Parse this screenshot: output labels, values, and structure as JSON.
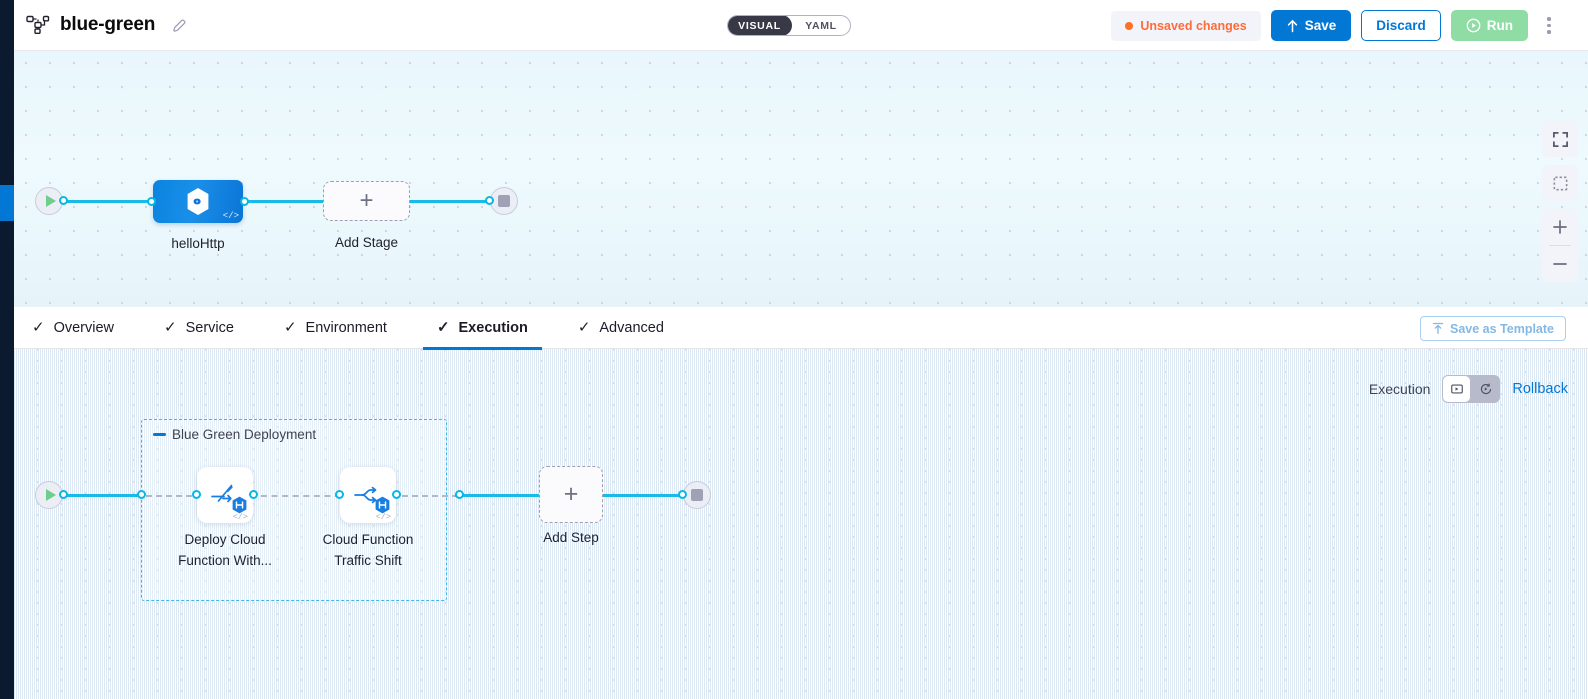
{
  "header": {
    "pipeline_icon": "pipeline-nodes-icon",
    "title": "blue-green",
    "edit_icon": "pencil-edit-icon",
    "mode_toggle": {
      "visual": "VISUAL",
      "yaml": "YAML",
      "selected": "VISUAL"
    },
    "unsaved_label": "Unsaved changes",
    "save_label": "Save",
    "save_icon": "upload-arrow-icon",
    "discard_label": "Discard",
    "run_label": "Run",
    "run_icon": "play-circle-icon",
    "menu_icon": "kebab-menu-icon"
  },
  "colors": {
    "accent_blue": "#0278d4",
    "edge_cyan": "#17bbe8",
    "unsaved_orange": "#ff6b39",
    "run_green": "#90dca5",
    "group_dashed": "#3fb6ea"
  },
  "stage_canvas": {
    "start_node": "pipeline-start-node",
    "end_node": "pipeline-end-node",
    "stages": [
      {
        "label": "helloHttp",
        "type": "deployment-stage",
        "icon": "harness-hexagon-icon",
        "badge": "code-badge"
      }
    ],
    "add_stage": {
      "label": "Add Stage",
      "icon": "plus-icon"
    },
    "controls": [
      {
        "name": "fullscreen",
        "icon": "expand-fullscreen-icon"
      },
      {
        "name": "zoom-to-fit",
        "icon": "fit-to-screen-icon"
      },
      {
        "name": "zoom-in",
        "icon": "plus-icon"
      },
      {
        "name": "zoom-out",
        "icon": "minus-icon"
      }
    ]
  },
  "tabs": {
    "items": [
      {
        "label": "Overview",
        "checked": true,
        "active": false
      },
      {
        "label": "Service",
        "checked": true,
        "active": false
      },
      {
        "label": "Environment",
        "checked": true,
        "active": false
      },
      {
        "label": "Execution",
        "checked": true,
        "active": true
      },
      {
        "label": "Advanced",
        "checked": true,
        "active": false
      }
    ],
    "save_as_template": {
      "label": "Save as Template",
      "icon": "template-upload-icon"
    }
  },
  "execution_canvas": {
    "toolbar": {
      "label": "Execution",
      "mode_buttons": [
        {
          "name": "execution-view",
          "icon": "execution-steps-icon",
          "selected": true
        },
        {
          "name": "rollback-view",
          "icon": "rollback-clock-icon",
          "selected": false
        }
      ],
      "rollback_label": "Rollback"
    },
    "start_node": "execution-start-node",
    "end_node": "execution-end-node",
    "step_group": {
      "label": "Blue Green Deployment",
      "collapse_icon": "collapse-dash-icon",
      "steps": [
        {
          "label": "Deploy Cloud Function With...",
          "icon": "deploy-cloud-function-icon",
          "badge": "harness-hexagon-badge",
          "code_badge": "code-badge"
        },
        {
          "label": "Cloud Function Traffic Shift",
          "icon": "traffic-shift-icon",
          "badge": "harness-hexagon-badge",
          "code_badge": "code-badge"
        }
      ]
    },
    "add_step": {
      "label": "Add Step",
      "icon": "plus-icon"
    }
  }
}
